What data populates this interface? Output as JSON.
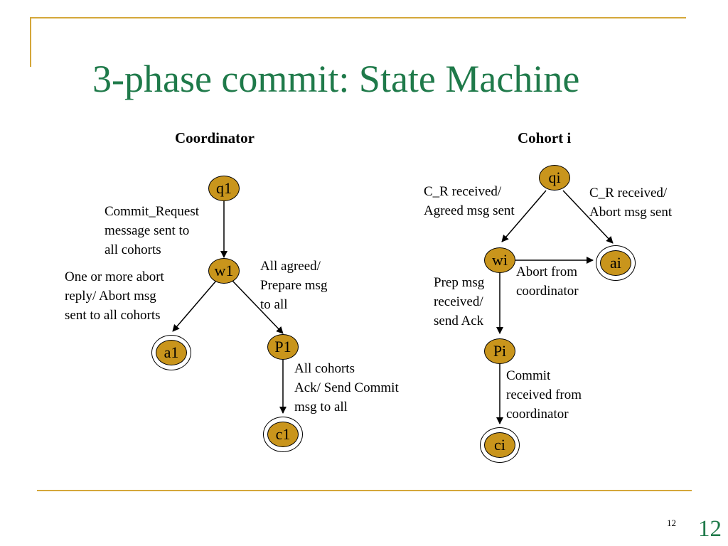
{
  "slide": {
    "title": "3-phase commit: State Machine",
    "page_number_small": "12",
    "page_number_large": "12"
  },
  "coordinator": {
    "heading": "Coordinator",
    "states": {
      "q1": "q1",
      "w1": "w1",
      "a1": "a1",
      "p1": "P1",
      "c1": "c1"
    },
    "transitions": {
      "q1_w1": [
        "Commit_Request",
        "message sent to",
        "all cohorts"
      ],
      "w1_a1": [
        "One or more abort",
        "reply/ Abort msg",
        "sent to all cohorts"
      ],
      "w1_p1": [
        "All agreed/",
        "Prepare msg",
        "to all"
      ],
      "p1_c1": [
        "All cohorts",
        "Ack/ Send Commit",
        "msg to all"
      ]
    }
  },
  "cohort": {
    "heading": "Cohort i",
    "states": {
      "qi": "qi",
      "wi": "wi",
      "ai": "ai",
      "pi": "Pi",
      "ci": "ci"
    },
    "transitions": {
      "qi_wi": [
        "C_R received/",
        "Agreed msg sent"
      ],
      "qi_ai": [
        "C_R received/",
        "Abort msg sent"
      ],
      "wi_ai": [
        "Abort from",
        "coordinator"
      ],
      "wi_pi": [
        "Prep msg",
        "received/",
        "send Ack"
      ],
      "pi_ci": [
        "Commit",
        "received from",
        "coordinator"
      ]
    }
  },
  "colors": {
    "state_fill": "#c9951c",
    "title": "#1f7a4a",
    "frame_rule": "#d4a73a"
  }
}
